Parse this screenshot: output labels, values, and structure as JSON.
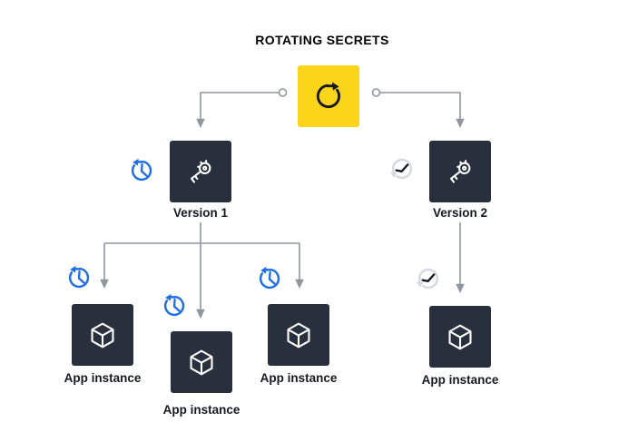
{
  "title": "ROTATING SECRETS",
  "colors": {
    "background": "#FFFFFF",
    "accent_yellow": "#FAD519",
    "node_dark": "#29303D",
    "icon_white": "#FFFFFF",
    "clock_blue": "#1F6EE5",
    "clock_gray": "#D6DADF",
    "connector_gray": "#8F969E",
    "label_text": "#161A1F",
    "title_text": "#000000"
  },
  "nodes": {
    "rotation": {
      "icon": "refresh-icon"
    },
    "versions": [
      {
        "label": "Version 1",
        "icon": "secret-key-icon",
        "status_icon": "history-clock-icon",
        "status_color": "#1F6EE5"
      },
      {
        "label": "Version 2",
        "icon": "secret-key-icon",
        "status_icon": "rotated-clock-icon",
        "status_color": "#D6DADF"
      }
    ],
    "app_instances": [
      {
        "label": "App instance",
        "icon": "cube-icon",
        "status_icon": "history-clock-icon",
        "status_color": "#1F6EE5"
      },
      {
        "label": "App instance",
        "icon": "cube-icon",
        "status_icon": "history-clock-icon",
        "status_color": "#1F6EE5"
      },
      {
        "label": "App instance",
        "icon": "cube-icon",
        "status_icon": "history-clock-icon",
        "status_color": "#1F6EE5"
      },
      {
        "label": "App instance",
        "icon": "cube-icon",
        "status_icon": "rotated-clock-icon",
        "status_color": "#D6DADF"
      }
    ]
  },
  "edges": [
    "rotation -> Version 1",
    "rotation -> Version 2",
    "Version 1 -> App instance (left)",
    "Version 1 -> App instance (middle)",
    "Version 1 -> App instance (right)",
    "Version 2 -> App instance"
  ]
}
